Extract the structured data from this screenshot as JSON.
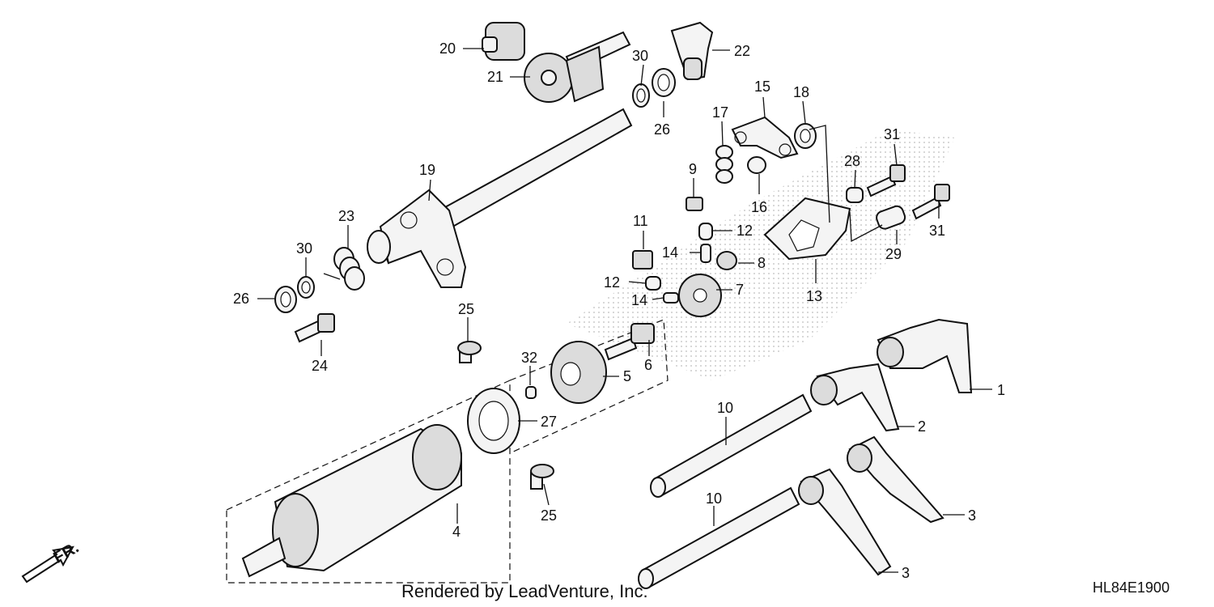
{
  "caption": "Rendered by LeadVenture, Inc.",
  "diagram_code": "HL84E1900",
  "direction_label": "FR.",
  "callouts": [
    {
      "id": "c1",
      "label": "1"
    },
    {
      "id": "c2",
      "label": "2"
    },
    {
      "id": "c3a",
      "label": "3"
    },
    {
      "id": "c3b",
      "label": "3"
    },
    {
      "id": "c4",
      "label": "4"
    },
    {
      "id": "c5",
      "label": "5"
    },
    {
      "id": "c6",
      "label": "6"
    },
    {
      "id": "c7",
      "label": "7"
    },
    {
      "id": "c8",
      "label": "8"
    },
    {
      "id": "c9",
      "label": "9"
    },
    {
      "id": "c10a",
      "label": "10"
    },
    {
      "id": "c10b",
      "label": "10"
    },
    {
      "id": "c11",
      "label": "11"
    },
    {
      "id": "c12a",
      "label": "12"
    },
    {
      "id": "c12b",
      "label": "12"
    },
    {
      "id": "c13",
      "label": "13"
    },
    {
      "id": "c14a",
      "label": "14"
    },
    {
      "id": "c14b",
      "label": "14"
    },
    {
      "id": "c15",
      "label": "15"
    },
    {
      "id": "c16",
      "label": "16"
    },
    {
      "id": "c17",
      "label": "17"
    },
    {
      "id": "c18",
      "label": "18"
    },
    {
      "id": "c19",
      "label": "19"
    },
    {
      "id": "c20",
      "label": "20"
    },
    {
      "id": "c21",
      "label": "21"
    },
    {
      "id": "c22",
      "label": "22"
    },
    {
      "id": "c23",
      "label": "23"
    },
    {
      "id": "c24",
      "label": "24"
    },
    {
      "id": "c25a",
      "label": "25"
    },
    {
      "id": "c25b",
      "label": "25"
    },
    {
      "id": "c26a",
      "label": "26"
    },
    {
      "id": "c26b",
      "label": "26"
    },
    {
      "id": "c27",
      "label": "27"
    },
    {
      "id": "c28",
      "label": "28"
    },
    {
      "id": "c29",
      "label": "29"
    },
    {
      "id": "c30a",
      "label": "30"
    },
    {
      "id": "c30b",
      "label": "30"
    },
    {
      "id": "c31a",
      "label": "31"
    },
    {
      "id": "c31b",
      "label": "31"
    },
    {
      "id": "c32",
      "label": "32"
    }
  ]
}
